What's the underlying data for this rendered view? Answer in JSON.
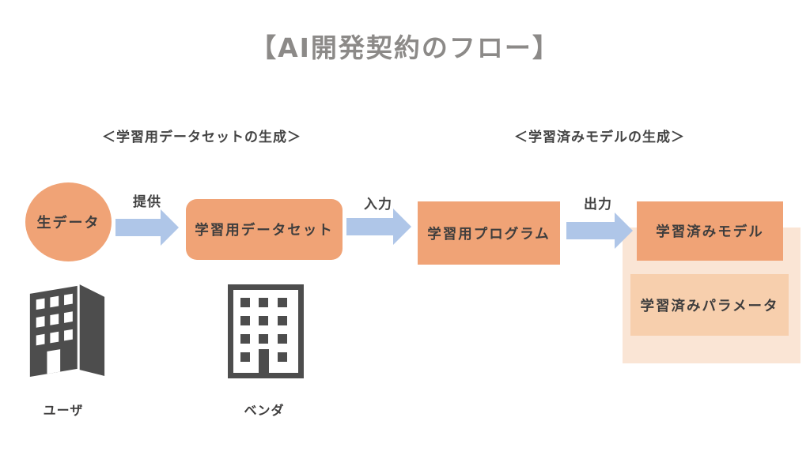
{
  "title": "【AI開発契約のフロー】",
  "sections": {
    "left": "＜学習用データセットの生成＞",
    "right": "＜学習済みモデルの生成＞"
  },
  "flow": {
    "raw_data": "生データ",
    "arrow1_label": "提供",
    "dataset": "学習用データセット",
    "arrow2_label": "入力",
    "program": "学習用プログラム",
    "arrow3_label": "出力",
    "model": "学習済みモデル",
    "parameters": "学習済みパラメータ"
  },
  "actors": {
    "user": {
      "label": "ユーザ",
      "icon": "building-3d-icon"
    },
    "vendor": {
      "label": "ベンダ",
      "icon": "building-outline-icon"
    }
  },
  "colors": {
    "node_orange": "#f0a376",
    "params_orange": "#f7cfad",
    "group_background": "#fae5d5",
    "arrow_blue": "#afc6e8",
    "title_gray": "#8c8a88",
    "text_dark": "#3e3d3d",
    "building_gray": "#4d4d4d"
  }
}
